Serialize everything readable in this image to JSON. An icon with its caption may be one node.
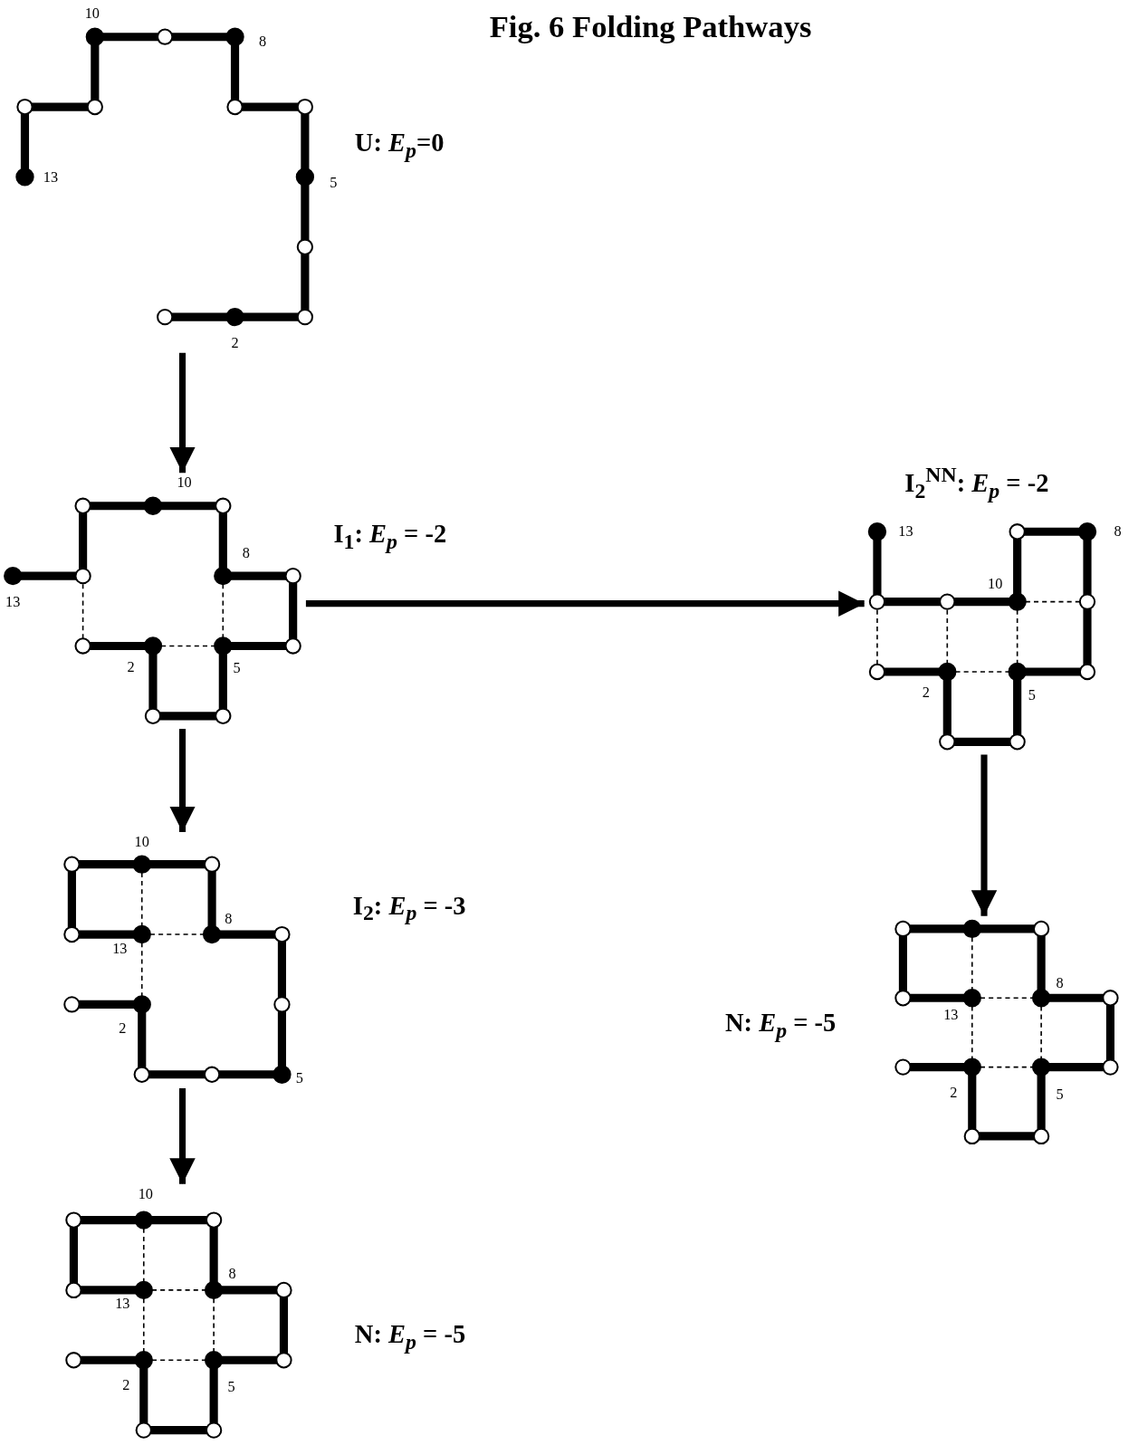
{
  "diagram": {
    "title": "Fig. 6 Folding Pathways",
    "nodes": [
      {
        "text": [
          "10",
          "8",
          "13",
          "5",
          "2"
        ],
        "beside": [
          "U: *E*$_{p}$=0"
        ]
      },
      {
        "text": [
          "10",
          "8",
          "13",
          "2",
          "5"
        ],
        "beside": [
          "I$_{1}$: *E*$_{p}$ = -2"
        ]
      },
      {
        "text": [
          "13",
          "8",
          "10",
          "2",
          "5"
        ],
        "beside": [
          "I$_{2}$$^{NN}$: *E*$_{p}$ = -2"
        ]
      },
      {
        "text": [
          "10",
          "8",
          "13",
          "2",
          "5"
        ],
        "beside": [
          "I$_{2}$: *E*$_{p}$ = -3"
        ]
      },
      {
        "text": [
          "8",
          "13",
          "2",
          "5"
        ],
        "beside": [
          "N: *E*$_{p}$ = -5"
        ]
      },
      {
        "text": [
          "10",
          "8",
          "13",
          "2",
          "5"
        ],
        "beside": [
          "N: *E*$_{p}$ = -5"
        ]
      }
    ],
    "edges": [
      {
        "from": 0,
        "to": 1,
        "arrow": "to"
      },
      {
        "from": 1,
        "to": 2,
        "arrow": "to"
      },
      {
        "from": 1,
        "to": 3,
        "arrow": "to"
      },
      {
        "from": 2,
        "to": 4,
        "arrow": "to"
      },
      {
        "from": 3,
        "to": 5,
        "arrow": "to"
      }
    ]
  }
}
